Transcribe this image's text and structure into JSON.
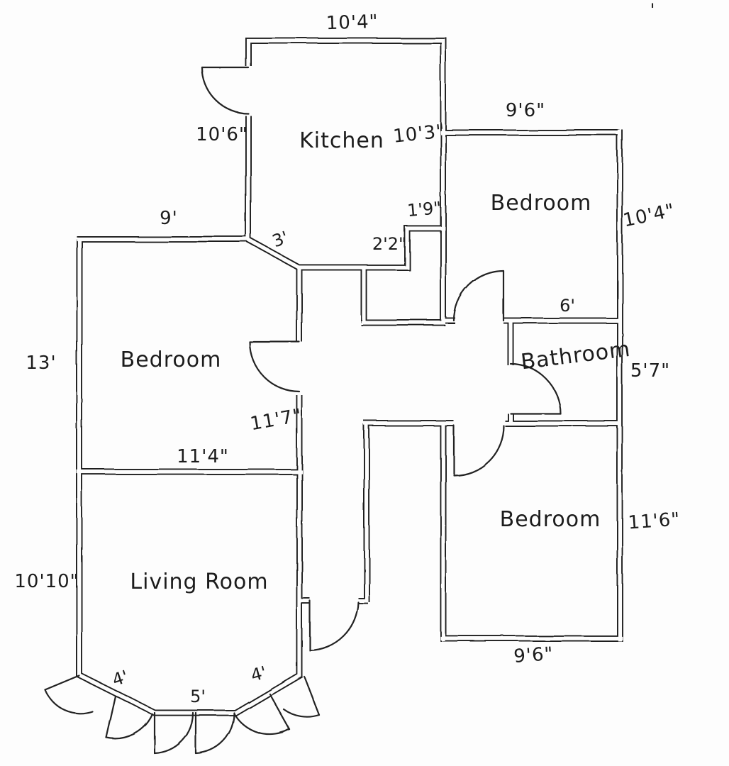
{
  "drawing": {
    "kind": "hand-drawn floor plan",
    "ink_color": "#1b1b1b",
    "paper_color": "#fdfdfd"
  },
  "rooms": {
    "kitchen": "Kitchen",
    "bedroom_top_right": "Bedroom",
    "bedroom_left": "Bedroom",
    "bathroom": "Bathroom",
    "living_room": "Living Room",
    "bedroom_bottom_right": "Bedroom"
  },
  "dimensions": {
    "kitchen_top": "10'4\"",
    "kitchen_left": "10'6\"",
    "kitchen_right": "10'3\"",
    "kitchen_diagonal": "3'",
    "notch_height": "2'2\"",
    "notch_width": "1'9\"",
    "bedroom_tr_top": "9'6\"",
    "bedroom_tr_right": "10'4\"",
    "bedroom_tr_bottom": "6'",
    "bedroom_left_top": "9'",
    "bedroom_left_side": "13'",
    "bedroom_left_right": "11'7\"",
    "bedroom_left_bottom": "11'4\"",
    "bathroom_right": "5'7\"",
    "living_room_left": "10'10\"",
    "bedroom_br_right": "11'6\"",
    "bedroom_br_bottom": "9'6\"",
    "bay_left": "4'",
    "bay_center": "5'",
    "bay_right": "4'"
  },
  "stray_mark": "'"
}
